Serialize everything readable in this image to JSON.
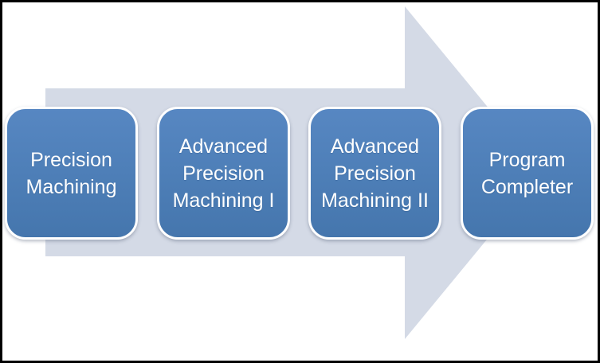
{
  "diagram": {
    "type": "process-flow-arrow",
    "direction": "right",
    "steps": [
      {
        "id": "precision-machining",
        "lines": [
          "Precision",
          "Machining"
        ]
      },
      {
        "id": "advanced-precision-machining-1",
        "lines": [
          "Advanced",
          "Precision",
          "Machining I"
        ]
      },
      {
        "id": "advanced-precision-machining-2",
        "lines": [
          "Advanced",
          "Precision",
          "Machining II"
        ]
      },
      {
        "id": "program-completer",
        "lines": [
          "Program",
          "Completer"
        ]
      }
    ]
  },
  "colors": {
    "arrow_fill": "#d4dae6",
    "box_fill_top": "#5787c2",
    "box_fill": "#4e7fb8",
    "box_fill_bottom": "#4576ad",
    "box_outline": "#ffffff",
    "box_text": "#ffffff",
    "frame_border": "#000000",
    "background": "#ffffff"
  }
}
